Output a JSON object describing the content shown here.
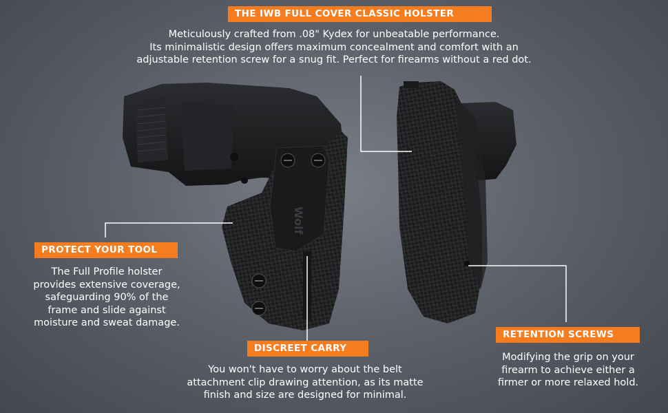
{
  "header": {
    "badge": "THE IWB FULL COVER CLASSIC HOLSTER",
    "lines": [
      "Meticulously crafted from .08\" Kydex for unbeatable performance.",
      "Its minimalistic design offers maximum concealment and comfort with an",
      "adjustable retention screw for a snug fit. Perfect for firearms without a red dot."
    ]
  },
  "protect": {
    "badge": "PROTECT YOUR TOOL",
    "lines": [
      "The Full Profile holster",
      "provides extensive coverage,",
      "safeguarding 90% of the",
      "frame and slide against",
      "moisture and sweat damage."
    ]
  },
  "discreet": {
    "badge": "DISCREET CARRY",
    "lines": [
      "You won't have to worry about the belt",
      "attachment clip drawing attention, as its matte",
      "finish and size are designed for minimal."
    ]
  },
  "retention": {
    "badge": "RETENTION SCREWS",
    "lines": [
      "Modifying the grip on your",
      "firearm to achieve either a",
      "firmer or more relaxed hold."
    ]
  },
  "colors": {
    "accent": "#f57c1f",
    "background": "#5d626b",
    "kydex": "#1c1c1e"
  }
}
